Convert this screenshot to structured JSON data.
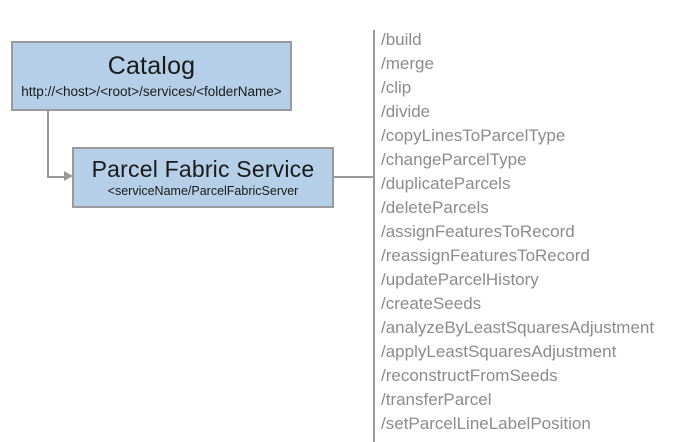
{
  "diagram": {
    "type": "architecture-hierarchy",
    "colors": {
      "node_fill": "#b4cfe7",
      "node_border": "#9a9a9a",
      "connector": "#9a9a9a",
      "node_text": "#1a1a1a",
      "operation_text": "#8c8c8c",
      "background": "#ffffff"
    },
    "nodes": [
      {
        "id": "catalog",
        "title": "Catalog",
        "subtitle": "http://<host>/<root>/services/<folderName>"
      },
      {
        "id": "parcel-fabric-service",
        "title": "Parcel Fabric Service",
        "subtitle": "<serviceName/ParcelFabricServer"
      }
    ],
    "operations": [
      "/build",
      "/merge",
      "/clip",
      "/divide",
      "/copyLinesToParcelType",
      "/changeParcelType",
      "/duplicateParcels",
      "/deleteParcels",
      "/assignFeaturesToRecord",
      "/reassignFeaturesToRecord",
      "/updateParcelHistory",
      "/createSeeds",
      "/analyzeByLeastSquaresAdjustment",
      "/applyLeastSquaresAdjustment",
      "/reconstructFromSeeds",
      "/transferParcel",
      "/setParcelLineLabelPosition"
    ]
  }
}
